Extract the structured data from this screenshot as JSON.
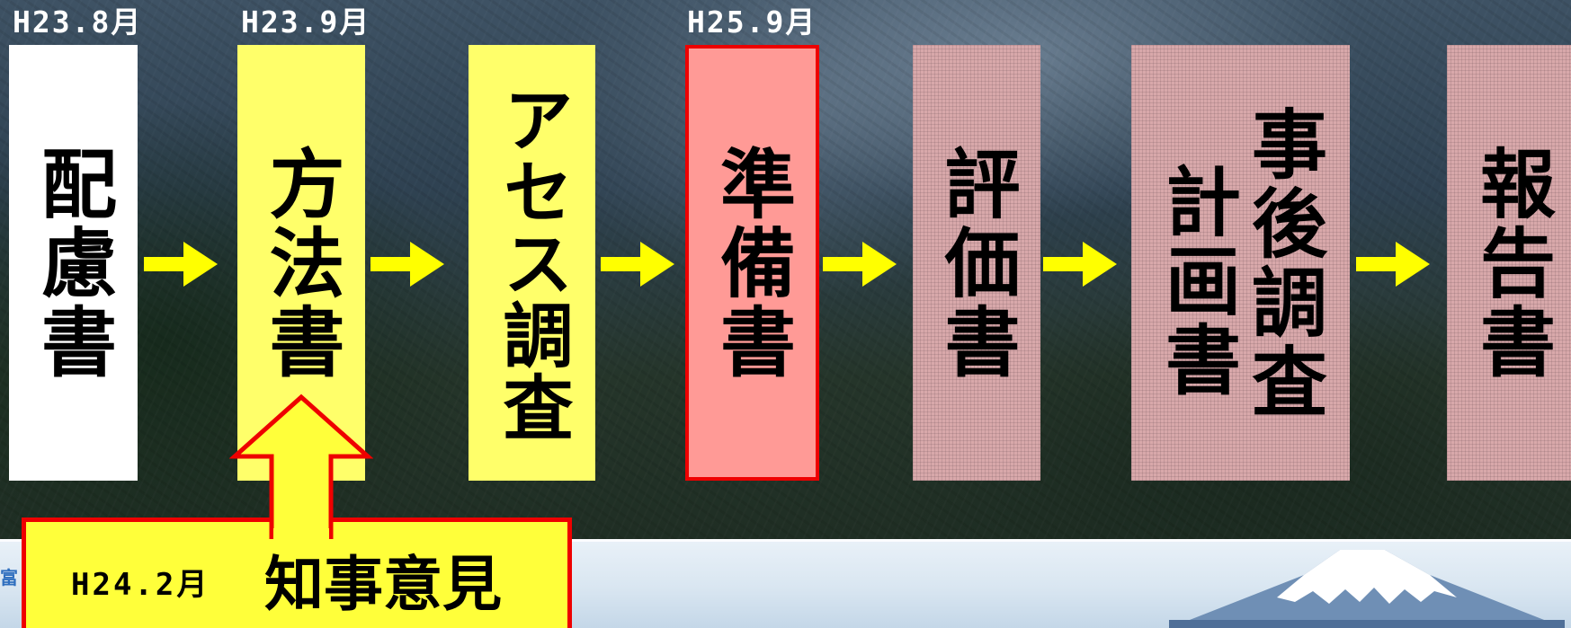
{
  "colors": {
    "white_box": "#ffffff",
    "yellow_box": "#ffff6a",
    "red_box": "#ff9a96",
    "red_border": "#ee0000",
    "mauve_box": "#d8a8aa",
    "arrow": "#ffff00",
    "opinion_box": "#ffff3a"
  },
  "dates": {
    "d1": "H23.8月",
    "d2": "H23.9月",
    "d3": "H25.9月"
  },
  "steps": [
    {
      "label": "配慮書"
    },
    {
      "label": "方法書"
    },
    {
      "label": "アセス調査"
    },
    {
      "label": "準備書"
    },
    {
      "label": "評価書"
    },
    {
      "label_right": "事後調査",
      "label_left": "計画書"
    },
    {
      "label": "報告書"
    }
  ],
  "opinion": {
    "date": "H24.2月",
    "title": "知事意見"
  },
  "footer": {
    "corner_text": "富"
  }
}
